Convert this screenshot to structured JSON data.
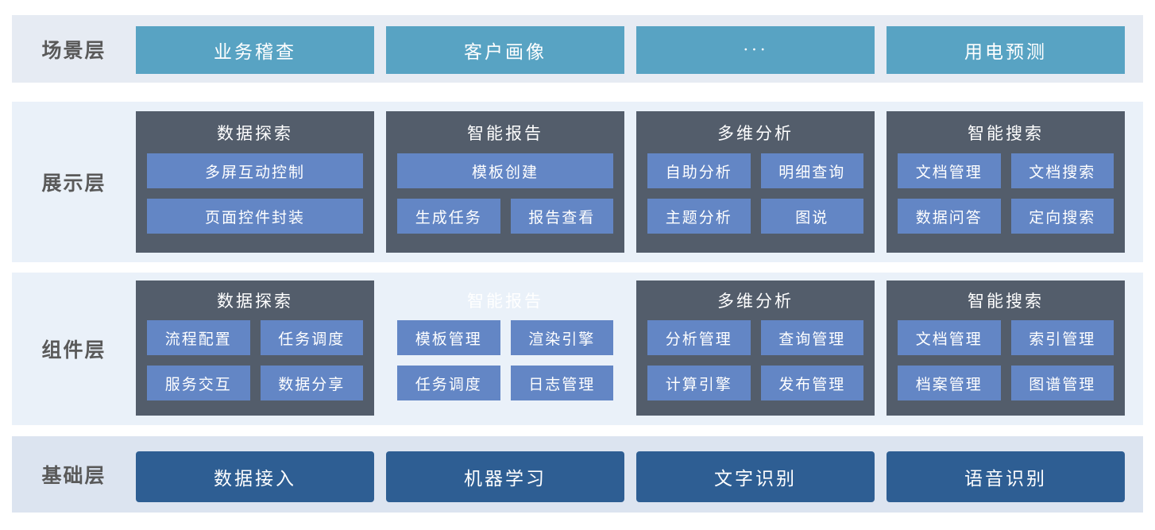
{
  "palette": {
    "scene_band_bg": "#e6ebf3",
    "display_band_bg": "#eaf1f9",
    "component_band_bg": "#eaf1f9",
    "base_band_bg": "#dce4f0",
    "scene_button": "#58a3c3",
    "group_container": "#535d6b",
    "module_button": "#6386c5",
    "base_button": "#2e5e93",
    "label_text": "#595959",
    "button_text": "#ffffff"
  },
  "layers": {
    "scene": {
      "label": "场景层",
      "buttons": [
        "业务稽查",
        "客户画像",
        "···",
        "用电预测"
      ]
    },
    "display": {
      "label": "展示层",
      "groups": [
        {
          "title": "数据探索",
          "items": [
            "多屏互动控制",
            "页面控件封装"
          ]
        },
        {
          "title": "智能报告",
          "items": [
            "模板创建",
            "生成任务",
            "报告查看"
          ]
        },
        {
          "title": "多维分析",
          "items": [
            "自助分析",
            "明细查询",
            "主题分析",
            "图说"
          ]
        },
        {
          "title": "智能搜索",
          "items": [
            "文档管理",
            "文档搜索",
            "数据问答",
            "定向搜索"
          ]
        }
      ]
    },
    "component": {
      "label": "组件层",
      "groups": [
        {
          "title": "数据探索",
          "items": [
            "流程配置",
            "任务调度",
            "服务交互",
            "数据分享"
          ]
        },
        {
          "title": "智能报告",
          "items": [
            "模板管理",
            "渲染引擎",
            "任务调度",
            "日志管理"
          ]
        },
        {
          "title": "多维分析",
          "items": [
            "分析管理",
            "查询管理",
            "计算引擎",
            "发布管理"
          ]
        },
        {
          "title": "智能搜索",
          "items": [
            "文档管理",
            "索引管理",
            "档案管理",
            "图谱管理"
          ]
        }
      ]
    },
    "base": {
      "label": "基础层",
      "buttons": [
        "数据接入",
        "机器学习",
        "文字识别",
        "语音识别"
      ]
    }
  }
}
